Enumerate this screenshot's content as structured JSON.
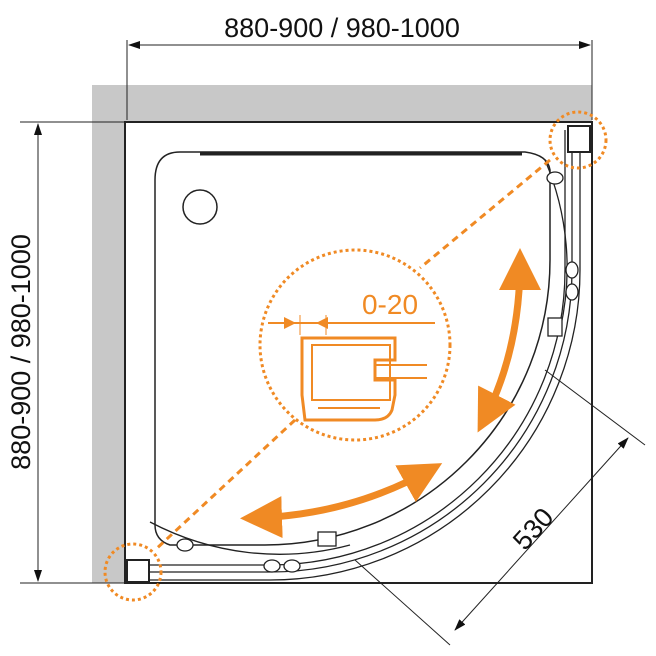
{
  "dimensions": {
    "width_label": "880-900 / 980-1000",
    "depth_label": "880-900 / 980-1000",
    "door_label": "530",
    "adjust_label": "0-20"
  },
  "colors": {
    "accent": "#f08a24",
    "wall": "#c8c8c8",
    "line": "#222222"
  },
  "icons": [
    "drain-icon",
    "rotate-arrow-icon",
    "profile-detail-icon"
  ]
}
